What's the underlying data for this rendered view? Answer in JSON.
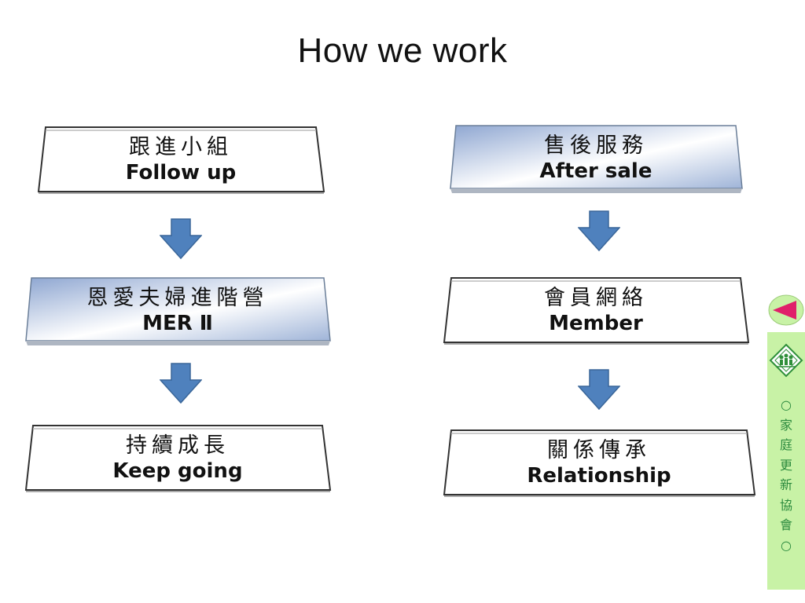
{
  "title": "How we work",
  "left_column": [
    {
      "zh": "跟進小組",
      "en": "Follow up",
      "style": "plain"
    },
    {
      "zh": "恩愛夫婦進階營",
      "en": "MER Ⅱ",
      "style": "gradient"
    },
    {
      "zh": "持續成長",
      "en": "Keep going",
      "style": "plain"
    }
  ],
  "right_column": [
    {
      "zh": "售後服務",
      "en": "After sale",
      "style": "gradient"
    },
    {
      "zh": "會員網絡",
      "en": "Member",
      "style": "plain"
    },
    {
      "zh": "關係傳承",
      "en": "Relationship",
      "style": "plain"
    }
  ],
  "sidebar": {
    "vertical_text": [
      "○",
      "家",
      "庭",
      "更",
      "新",
      "協",
      "會",
      "○"
    ],
    "logo_icon": "family-logo-icon",
    "nav_icon": "previous-triangle-icon",
    "bg_color": "#c8f2a6"
  },
  "colors": {
    "arrow": "#4f81bd",
    "gradient_light": "#ffffff",
    "gradient_dark": "#9fb4d8"
  }
}
